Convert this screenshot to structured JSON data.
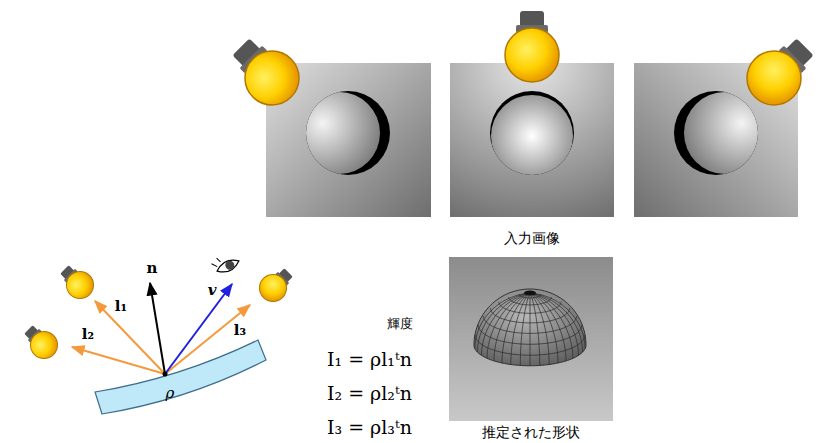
{
  "diagram": {
    "labels": [
      "入力画像",
      "推定された形状",
      "輝度",
      "I₁ = ρl₁ᵗn",
      "I₂ = ρl₂ᵗn",
      "I₃ = ρl₃ᵗn",
      "n",
      "v",
      "l₁",
      "l₂",
      "l₃",
      "ρ"
    ]
  }
}
